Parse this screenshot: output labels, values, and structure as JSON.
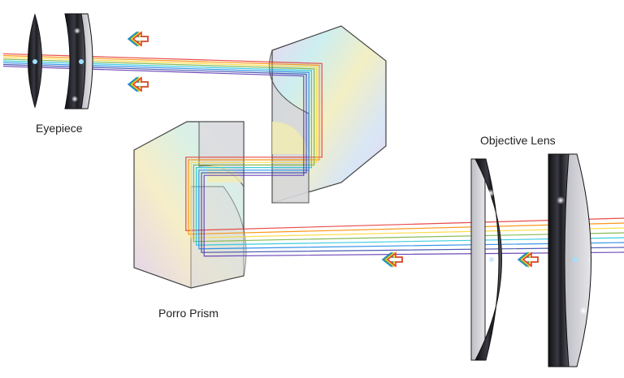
{
  "labels": {
    "eyepiece": "Eyepiece",
    "objective_lens": "Objective Lens",
    "porro_prism": "Porro Prism"
  },
  "colors": {
    "rainbow": [
      "#e53935",
      "#fb8c00",
      "#fdd835",
      "#7cb342",
      "#26c6da",
      "#1e88e5",
      "#3949ab",
      "#5e35b1"
    ],
    "lens_dark": "#1a1a1e",
    "prism_edge": "#444444"
  },
  "icons": [
    "direction-arrow-icon",
    "lens-sparkle-icon"
  ]
}
